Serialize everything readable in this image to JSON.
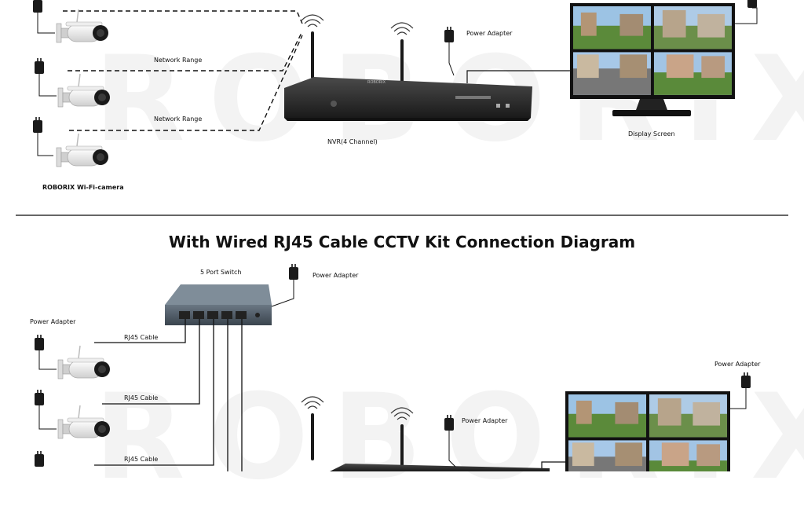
{
  "top_section": {
    "wifi_camera_label": "ROBORIX Wi-Fi-camera",
    "network_range_1": "Network Range",
    "network_range_2": "Network Range",
    "power_adapter": "Power Adapter",
    "nvr_label": "NVR(4 Channel)",
    "display_label": "Display Screen",
    "nvr_brand": "ROBORIX"
  },
  "bottom_section": {
    "title": "With Wired RJ45 Cable CCTV Kit Connection Diagram",
    "switch_label": "5 Port Switch",
    "switch_power_adapter": "Power Adapter",
    "camera_power_adapter": "Power Adapter",
    "rj45_cable_1": "RJ45 Cable",
    "rj45_cable_2": "RJ45 Cable",
    "rj45_cable_3": "RJ45 Cable",
    "nvr_power_adapter": "Power Adapter",
    "display_power_adapter": "Power Adapter"
  },
  "watermark": "ROBORIX",
  "colors": {
    "device_dark": "#2a2a2a",
    "switch_body": "#4a5560",
    "camera_body": "#f2f2f2",
    "line": "#111111",
    "screen_sky": "#9cc3e4",
    "screen_greenery": "#5b8a3a"
  }
}
